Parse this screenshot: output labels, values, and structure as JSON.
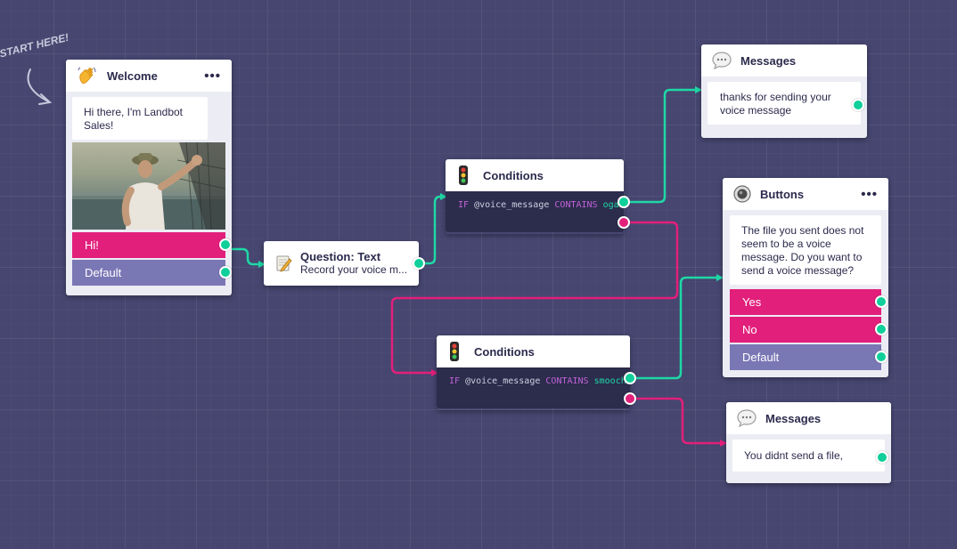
{
  "annotation": {
    "start_label": "START HERE!"
  },
  "welcome": {
    "title": "Welcome",
    "menu": "•••",
    "message": "Hi there, I'm Landbot Sales!",
    "buttons": [
      "Hi!",
      "Default"
    ]
  },
  "question_text": {
    "title": "Question: Text",
    "subtitle": "Record your voice m..."
  },
  "conditions_1": {
    "title": "Conditions",
    "keyword_if": "IF",
    "variable": "@voice_message",
    "operator": "CONTAINS",
    "value": "oga"
  },
  "messages_1": {
    "title": "Messages",
    "text": "thanks for sending your voice message"
  },
  "buttons_block": {
    "title": "Buttons",
    "menu": "•••",
    "message": "The file you sent does not seem to be a voice message. Do you want to send a voice message?",
    "buttons": [
      "Yes",
      "No",
      "Default"
    ]
  },
  "conditions_2": {
    "title": "Conditions",
    "keyword_if": "IF",
    "variable": "@voice_message",
    "operator": "CONTAINS",
    "value": "smooch"
  },
  "messages_2": {
    "title": "Messages",
    "text": "You didnt send a file,"
  },
  "colors": {
    "canvas": "#464670",
    "success_port": "#0fcf9a",
    "fail_port": "#e21f7b",
    "button_primary": "#e21f7b",
    "button_default": "#7a77b5",
    "condition_body": "#2c2c4d"
  },
  "icons": {
    "welcome": "waving-hand-icon",
    "question": "notepad-icon",
    "conditions": "traffic-light-icon",
    "messages": "speech-bubble-icon",
    "buttons": "radio-button-icon"
  }
}
